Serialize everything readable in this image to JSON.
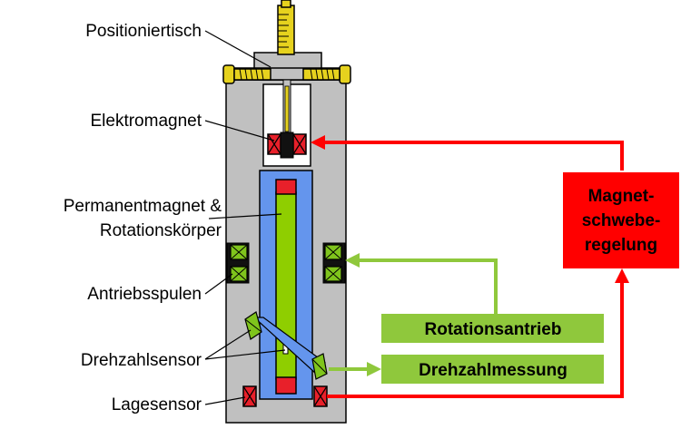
{
  "colors": {
    "housing": "#c0c0c0",
    "rotor_tube": "#6495ed",
    "rotor": "#8fce00",
    "magnet": "#e8202a",
    "coil": "#7fc41c",
    "control_red": "#ff0000",
    "drive_green": "#8fc83c",
    "screw": "#e6d21e"
  },
  "labels": {
    "positioniertisch": "Positioniertisch",
    "elektromagnet": "Elektromagnet",
    "permanentmagnet_1": "Permanentmagnet &",
    "permanentmagnet_2": "Rotationskörper",
    "antriebsspulen": "Antriebsspulen",
    "drehzahlsensor": "Drehzahlsensor",
    "lagesensor": "Lagesensor"
  },
  "boxes": {
    "regelung_1": "Magnet-",
    "regelung_2": "schwebe-",
    "regelung_3": "regelung",
    "rotationsantrieb": "Rotationsantrieb",
    "drehzahlmessung": "Drehzahlmessung"
  }
}
